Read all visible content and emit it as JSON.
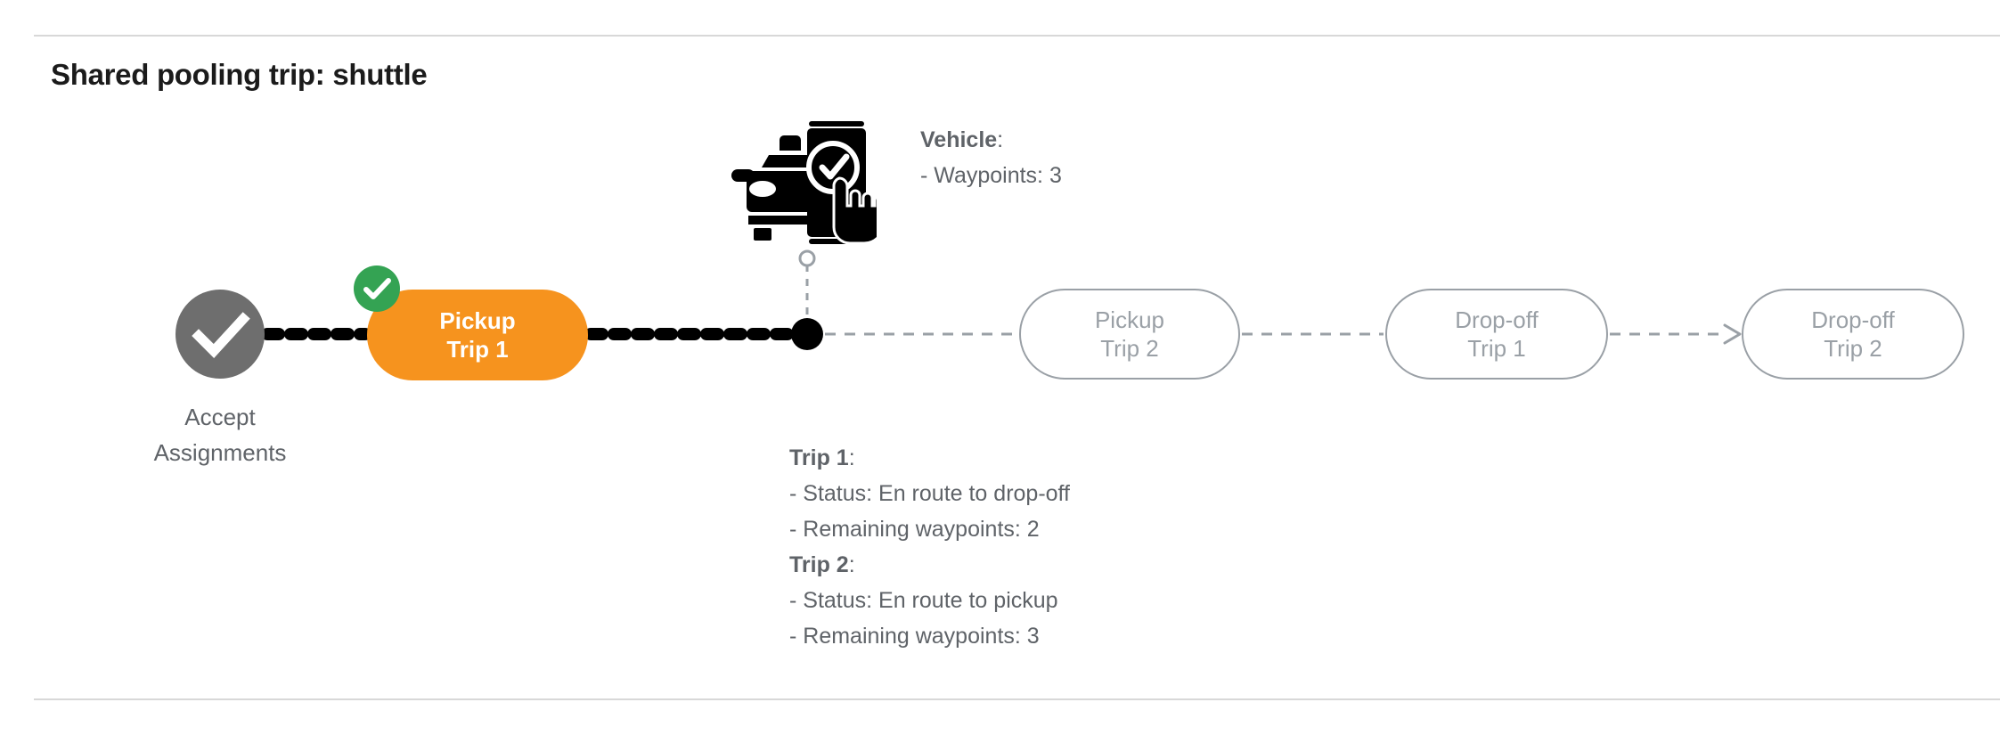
{
  "page": {
    "title": "Shared pooling trip: shuttle"
  },
  "colors": {
    "active_pill": "#F6931E",
    "completed_badge": "#34A353",
    "pending_pill_border": "#9AA0A6",
    "muted_text": "#5F6368",
    "accept_circle": "#6E6E6E",
    "current_marker": "#000000",
    "divider": "#D8D8D8"
  },
  "timeline": {
    "start_node": {
      "icon": "check-circle-icon",
      "label_line1": "Accept",
      "label_line2": "Assignments",
      "state": "completed"
    },
    "steps": [
      {
        "line1": "Pickup",
        "line2": "Trip 1",
        "state": "active",
        "badge": "completed-check"
      },
      {
        "line1": "Pickup",
        "line2": "Trip 2",
        "state": "pending"
      },
      {
        "line1": "Drop-off",
        "line2": "Trip 1",
        "state": "pending"
      },
      {
        "line1": "Drop-off",
        "line2": "Trip 2",
        "state": "pending"
      }
    ],
    "current_position_marker": "vehicle-current-location-dot"
  },
  "vehicle": {
    "icon": "car-phone-check-icon",
    "heading": "Vehicle",
    "heading_suffix": ":",
    "waypoints_line": "- Waypoints: 3",
    "waypoints": 3
  },
  "trips": [
    {
      "heading": "Trip 1",
      "heading_suffix": ":",
      "status_line": "- Status:  En route to drop-off",
      "waypoints_line": "- Remaining waypoints: 2",
      "status": "En route to drop-off",
      "remaining_waypoints": 2
    },
    {
      "heading": "Trip 2",
      "heading_suffix": ":",
      "status_line": "- Status:  En route to pickup",
      "waypoints_line": "- Remaining waypoints: 3",
      "status": "En route to pickup",
      "remaining_waypoints": 3
    }
  ]
}
